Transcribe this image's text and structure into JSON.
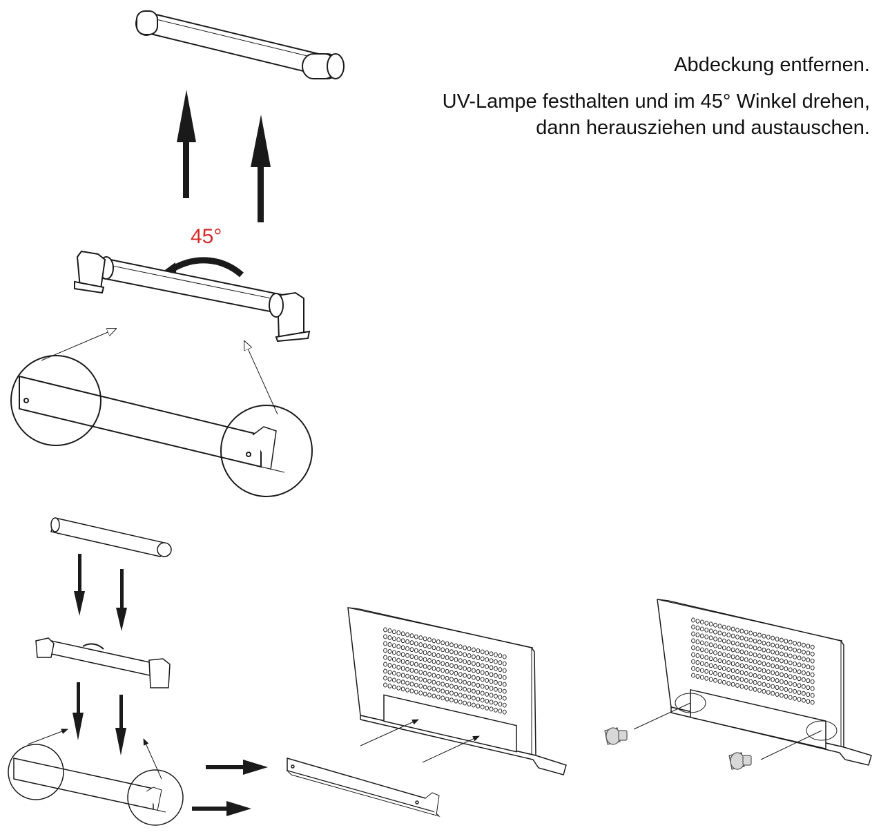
{
  "instructions": {
    "line1": "Abdeckung entfernen.",
    "line2": "UV-Lampe festhalten und im 45° Winkel drehen,",
    "line3": "dann herausziehen und austauschen."
  },
  "rotation": {
    "label": "45°",
    "color": "#d42a2a"
  },
  "colors": {
    "stroke": "#1a1a1a",
    "paper": "#ffffff"
  }
}
